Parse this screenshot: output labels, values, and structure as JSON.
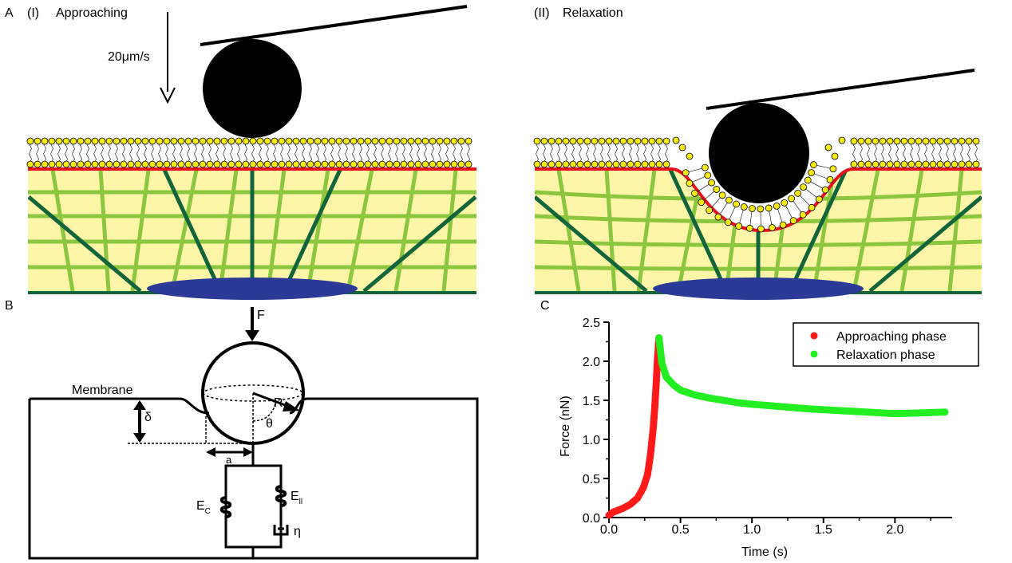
{
  "panel_a": {
    "label": "A",
    "phase1": {
      "tag": "(I)",
      "title": "Approaching",
      "speed": "20μm/s"
    },
    "phase2": {
      "tag": "(II)",
      "title": "Relaxation"
    }
  },
  "panel_b": {
    "label": "B",
    "force": "F",
    "membrane": "Membrane",
    "delta": "δ",
    "radius": "R",
    "theta": "θ",
    "contact_radius": "a",
    "spring_c": "E",
    "spring_c_sub": "C",
    "spring_ll": "E",
    "spring_ll_sub": "ll",
    "viscosity": "η"
  },
  "panel_c": {
    "label": "C"
  },
  "colors": {
    "membrane_red": "#e8101a",
    "cytoplasm": "#fdf6a8",
    "actin_light": "#8cc63f",
    "actin_dark": "#12653a",
    "nucleus": "#2b3a96",
    "lipid_head": "#f7ea15",
    "approach": "#ff1a1a",
    "relax": "#22ee22"
  },
  "chart_data": {
    "type": "scatter",
    "xlabel": "Time (s)",
    "ylabel": "Force (nN)",
    "xlim": [
      0,
      2.4
    ],
    "ylim": [
      0,
      2.5
    ],
    "xticks": [
      "0.0",
      "0.5",
      "1.0",
      "1.5",
      "2.0"
    ],
    "yticks": [
      "0.0",
      "0.5",
      "1.0",
      "1.5",
      "2.0",
      "2.5"
    ],
    "legend": "top-right",
    "series": [
      {
        "name": "Approaching phase",
        "color": "#ff1a1a",
        "x": [
          0,
          0.03,
          0.06,
          0.1,
          0.15,
          0.2,
          0.24,
          0.27,
          0.29,
          0.31,
          0.32,
          0.33,
          0.34,
          0.35
        ],
        "y": [
          0.03,
          0.07,
          0.09,
          0.12,
          0.17,
          0.25,
          0.38,
          0.55,
          0.8,
          1.15,
          1.4,
          1.7,
          2.05,
          2.3
        ]
      },
      {
        "name": "Relaxation phase",
        "color": "#22ee22",
        "x": [
          0.35,
          0.37,
          0.4,
          0.45,
          0.5,
          0.6,
          0.7,
          0.8,
          0.9,
          1.0,
          1.2,
          1.4,
          1.6,
          1.8,
          2.0,
          2.2,
          2.35
        ],
        "y": [
          2.3,
          1.98,
          1.8,
          1.7,
          1.63,
          1.57,
          1.53,
          1.5,
          1.47,
          1.45,
          1.42,
          1.39,
          1.37,
          1.35,
          1.33,
          1.34,
          1.35
        ]
      }
    ]
  }
}
